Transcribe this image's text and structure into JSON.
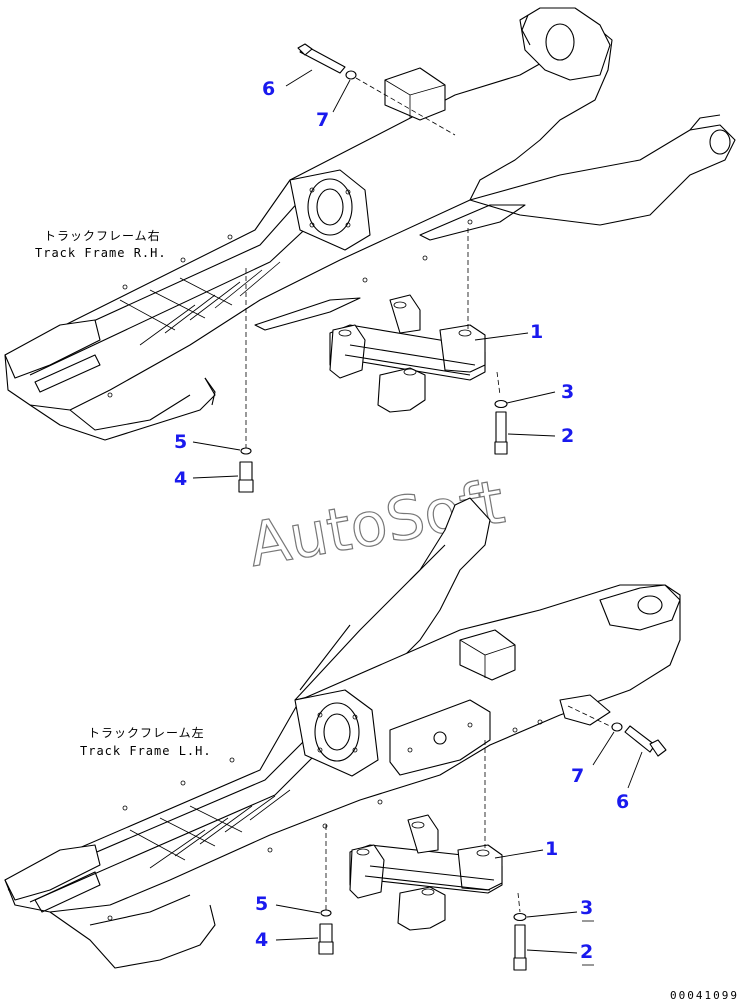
{
  "upper_caption": {
    "jp": "トラックフレーム右",
    "en": "Track Frame R.H."
  },
  "lower_caption": {
    "jp": "トラックフレーム左",
    "en": "Track Frame L.H."
  },
  "callouts_upper": [
    "6",
    "7",
    "1",
    "3",
    "2",
    "5",
    "4"
  ],
  "callouts_lower": [
    "7",
    "6",
    "1",
    "5",
    "3",
    "4",
    "2"
  ],
  "watermark": "AutoSoft",
  "doc_number": "00041099",
  "colors": {
    "callout": "#1a1aee",
    "line": "#000000",
    "watermark": "#777777"
  }
}
